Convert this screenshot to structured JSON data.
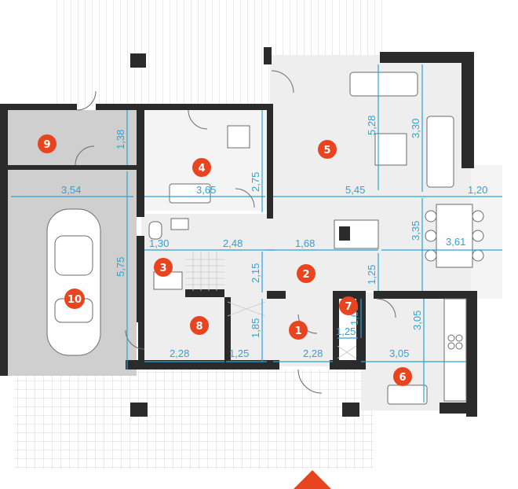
{
  "rooms": [
    {
      "id": "room-1",
      "number": "1"
    },
    {
      "id": "room-2",
      "number": "2"
    },
    {
      "id": "room-3",
      "number": "3"
    },
    {
      "id": "room-4",
      "number": "4"
    },
    {
      "id": "room-5",
      "number": "5"
    },
    {
      "id": "room-6",
      "number": "6"
    },
    {
      "id": "room-7",
      "number": "7"
    },
    {
      "id": "room-8",
      "number": "8"
    },
    {
      "id": "room-9",
      "number": "9"
    },
    {
      "id": "room-10",
      "number": "10"
    }
  ],
  "dimensions": [
    "3,54",
    "5,75",
    "1,38",
    "3,65",
    "2,75",
    "5,28",
    "3,30",
    "5,45",
    "1,20",
    "1,30",
    "2,48",
    "1,68",
    "3,35",
    "3,61",
    "2,15",
    "1,25",
    "1,85",
    "2,28",
    "1,25",
    "2,28",
    "1,25",
    "1,08",
    "3,05",
    "3,05"
  ],
  "colors": {
    "wall": "#2b2b2b",
    "floor_light": "#eeeeee",
    "floor_garage": "#cfcfcf",
    "dimension": "#2aa3d9",
    "room_marker": "#e8441f"
  }
}
